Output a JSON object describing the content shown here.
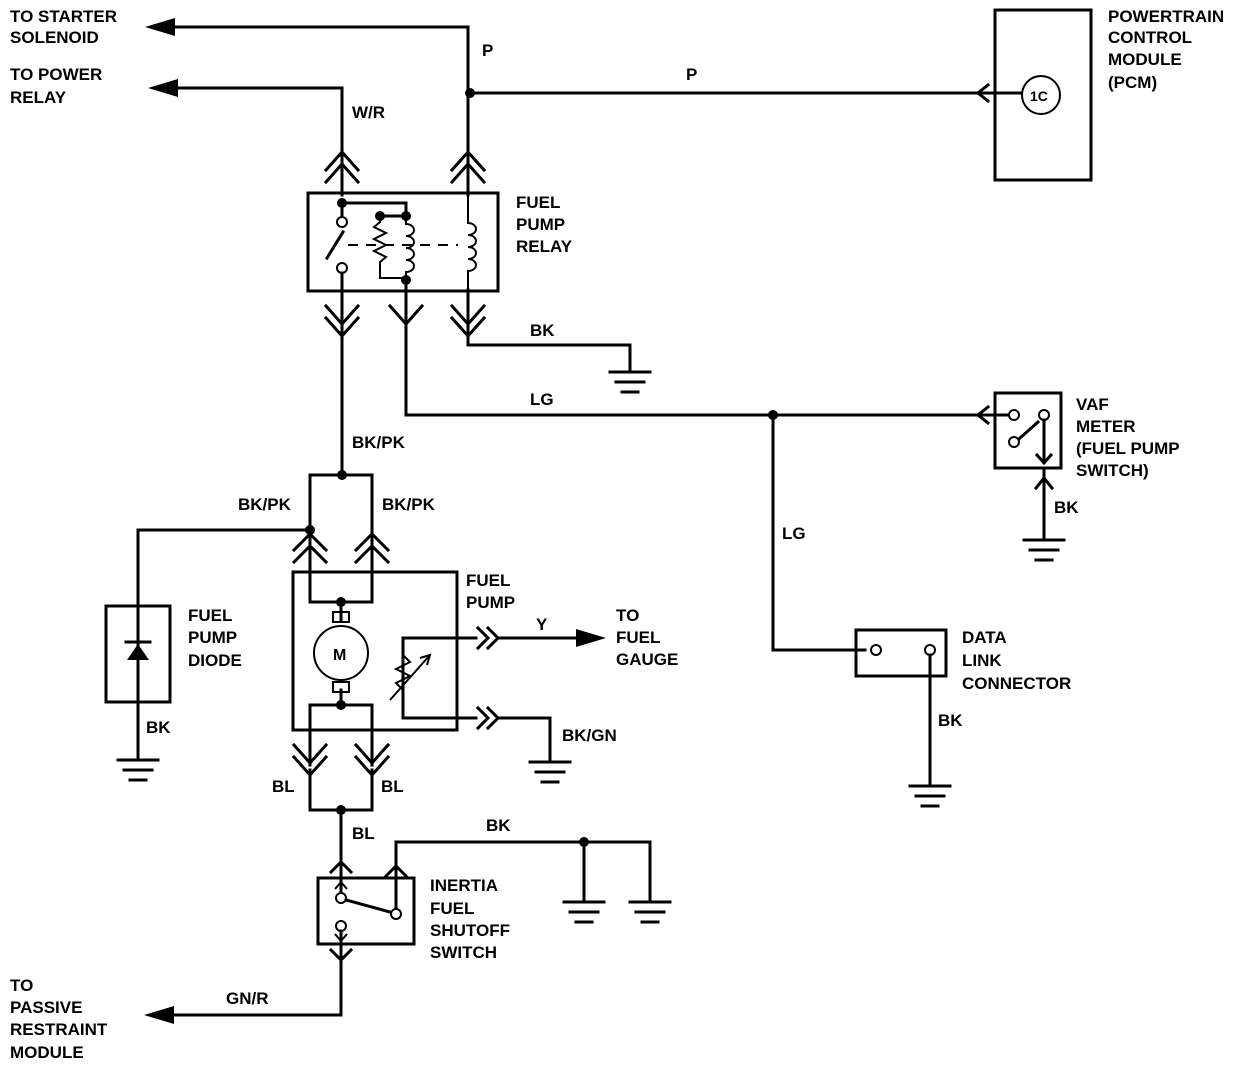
{
  "labels": {
    "to_starter": [
      "TO STARTER",
      "SOLENOID"
    ],
    "to_power_relay": [
      "TO POWER",
      "RELAY"
    ],
    "pcm": [
      "POWERTRAIN",
      "CONTROL",
      "MODULE",
      "(PCM)"
    ],
    "pcm_pin": "1C",
    "fuel_pump_relay": [
      "FUEL",
      "PUMP",
      "RELAY"
    ],
    "vaf_meter": [
      "VAF",
      "METER",
      "(FUEL PUMP",
      "SWITCH)"
    ],
    "fuel_pump": [
      "FUEL",
      "PUMP"
    ],
    "motor": "M",
    "to_fuel_gauge": [
      "TO",
      "FUEL",
      "GAUGE"
    ],
    "fuel_pump_diode": [
      "FUEL",
      "PUMP",
      "DIODE"
    ],
    "data_link_connector": [
      "DATA",
      "LINK",
      "CONNECTOR"
    ],
    "inertia_switch": [
      "INERTIA",
      "FUEL",
      "SHUTOFF",
      "SWITCH"
    ],
    "to_passive_restraint": [
      "TO",
      "PASSIVE",
      "RESTRAINT",
      "MODULE"
    ]
  },
  "wires": {
    "p_vertical": "P",
    "p_horizontal": "P",
    "w_r": "W/R",
    "bk_relay": "BK",
    "lg_horizontal": "LG",
    "lg_vertical": "LG",
    "bk_vaf": "BK",
    "bk_pk_main": "BK/PK",
    "bk_pk_left": "BK/PK",
    "bk_pk_right": "BK/PK",
    "y_gauge": "Y",
    "bk_gn": "BK/GN",
    "bk_diode": "BK",
    "bk_dlc": "BK",
    "bl_left": "BL",
    "bl_right": "BL",
    "bl_bottom": "BL",
    "bk_inertia": "BK",
    "gn_r": "GN/R"
  }
}
